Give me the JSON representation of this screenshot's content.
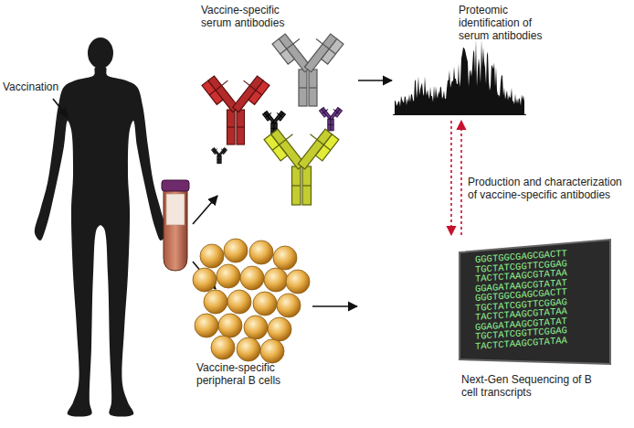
{
  "diagram": {
    "nodes": [
      {
        "text": [
          "Vaccine-specific serum antibodies"
        ]
      },
      {
        "text": [
          "Proteomic identification of serum antibodies"
        ]
      },
      {
        "text": [
          "Vaccine-specific peripheral B cells"
        ]
      },
      {
        "text": [
          "Next-Gen Sequencing of B cell transcripts"
        ]
      }
    ],
    "edges": [
      {
        "from": 0,
        "to": 1,
        "arrow": "to"
      },
      {
        "from": 2,
        "to": 3,
        "arrow": "to"
      },
      {
        "from": 1,
        "to": 3,
        "label": "Production and characterization of vaccine-specific antibodies",
        "arrow": "both"
      }
    ],
    "labels": [
      "Vaccination",
      "GGGTGGCGAGCGACTT",
      "TGCTATCGGTTCGGAG",
      "TACTCTAAGCGTATAA",
      "GGAGATAAGCGTATAT",
      "GGGTGGCGAGCGACTT",
      "TGCTATCGGTTCGGAG",
      "TACTCTAAGCGTATAA",
      "GGAGATAAGCGTATAT",
      "TGCTATCGGTTCGGAG",
      "TACTCTAAGCGTATAA"
    ]
  }
}
